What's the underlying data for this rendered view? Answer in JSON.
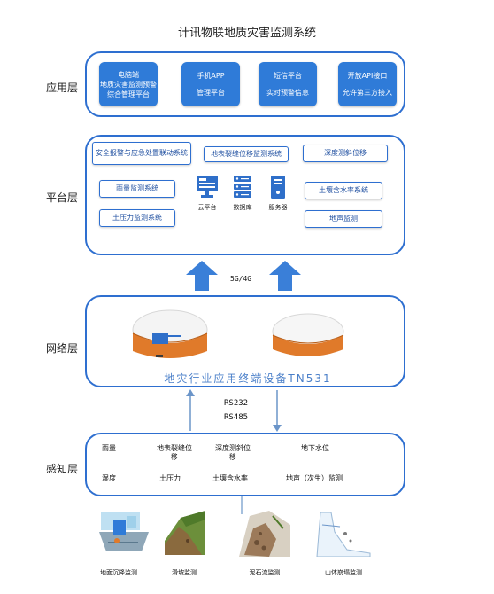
{
  "title": "计讯物联地质灾害监测系统",
  "layers": {
    "app": "应用层",
    "platform": "平台层",
    "network": "网络层",
    "perception": "感知层"
  },
  "app_cards": [
    {
      "lines": [
        "电脑端",
        "地质灾害监测预警",
        "综合管理平台"
      ]
    },
    {
      "lines": [
        "手机APP",
        "管理平台"
      ]
    },
    {
      "lines": [
        "短信平台",
        "实时预警信息"
      ]
    },
    {
      "lines": [
        "开放API接口",
        "允许第三方接入"
      ]
    }
  ],
  "platform_boxes": {
    "safety": "安全报警与应急处置联动系统",
    "crack": "地表裂缝位移监测系统",
    "deep": "深度测斜位移",
    "rain": "雨量监测系统",
    "soil_moisture": "土壤含水率系统",
    "earth_pressure": "土压力监测系统",
    "acoustic": "地声监测"
  },
  "platform_icons": {
    "cloud": "云平台",
    "database": "数据库",
    "server": "服务器"
  },
  "network": {
    "link": "5G/4G",
    "device": "地灾行业应用终端设备TN531",
    "rs232": "RS232",
    "rs485": "RS485"
  },
  "sensors": {
    "rain": "雨量",
    "crack": "地表裂缝位移",
    "deep": "深度测斜位移",
    "groundwater": "地下水位",
    "humidity": "湿度",
    "pressure": "土压力",
    "soil_moisture": "土壤含水率",
    "acoustic": "地声（次生）监测"
  },
  "scenes": {
    "subsidence": "地面沉降监测",
    "landslide": "滑坡监测",
    "debris": "泥石流监测",
    "collapse": "山体崩塌监测"
  },
  "colors": {
    "accent": "#2e6fd0",
    "card": "#2f7bd8",
    "device": "#e07a2a"
  }
}
